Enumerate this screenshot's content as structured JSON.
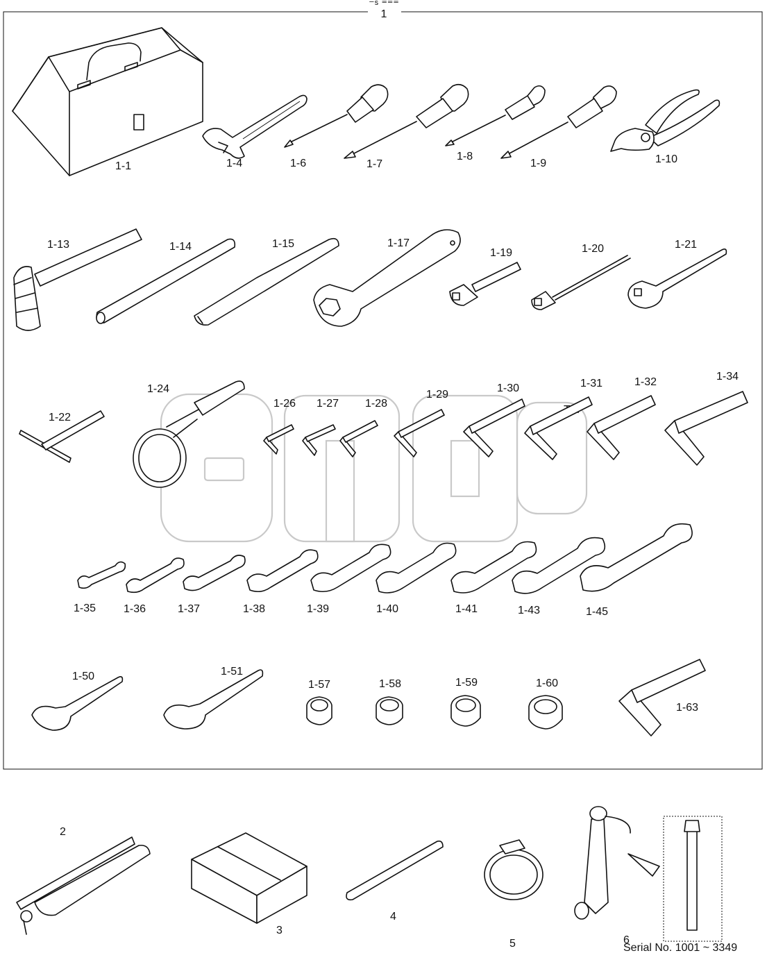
{
  "group_label": "1",
  "group_header_mark": "⁻ˢ ⁼⁼⁼",
  "watermark": "",
  "watermark_tm": "TM",
  "serial_note": "Serial No. 1001 ~ 3349",
  "parts": [
    {
      "id": "1-1",
      "label": "1-1",
      "icon": "toolbox-icon"
    },
    {
      "id": "1-4",
      "label": "1-4",
      "icon": "adjustable-wrench-icon"
    },
    {
      "id": "1-6",
      "label": "1-6",
      "icon": "screwdriver-icon"
    },
    {
      "id": "1-7",
      "label": "1-7",
      "icon": "screwdriver-icon"
    },
    {
      "id": "1-8",
      "label": "1-8",
      "icon": "screwdriver-icon"
    },
    {
      "id": "1-9",
      "label": "1-9",
      "icon": "screwdriver-icon"
    },
    {
      "id": "1-10",
      "label": "1-10",
      "icon": "pliers-icon"
    },
    {
      "id": "1-13",
      "label": "1-13",
      "icon": "hammer-icon"
    },
    {
      "id": "1-14",
      "label": "1-14",
      "icon": "bar-icon"
    },
    {
      "id": "1-15",
      "label": "1-15",
      "icon": "pry-bar-icon"
    },
    {
      "id": "1-17",
      "label": "1-17",
      "icon": "box-wrench-icon"
    },
    {
      "id": "1-19",
      "label": "1-19",
      "icon": "socket-extension-icon"
    },
    {
      "id": "1-20",
      "label": "1-20",
      "icon": "socket-extension-icon"
    },
    {
      "id": "1-21",
      "label": "1-21",
      "icon": "ratchet-handle-icon"
    },
    {
      "id": "1-22",
      "label": "1-22",
      "icon": "t-handle-icon"
    },
    {
      "id": "1-24",
      "label": "1-24",
      "icon": "filter-wrench-icon"
    },
    {
      "id": "1-26",
      "label": "1-26",
      "icon": "hex-key-icon"
    },
    {
      "id": "1-27",
      "label": "1-27",
      "icon": "hex-key-icon"
    },
    {
      "id": "1-28",
      "label": "1-28",
      "icon": "hex-key-icon"
    },
    {
      "id": "1-29",
      "label": "1-29",
      "icon": "hex-key-icon"
    },
    {
      "id": "1-30",
      "label": "1-30",
      "icon": "hex-key-icon"
    },
    {
      "id": "1-31",
      "label": "1-31",
      "icon": "hex-key-icon"
    },
    {
      "id": "1-32",
      "label": "1-32",
      "icon": "hex-key-icon"
    },
    {
      "id": "1-34",
      "label": "1-34",
      "icon": "hex-key-icon"
    },
    {
      "id": "1-35",
      "label": "1-35",
      "icon": "open-end-wrench-icon"
    },
    {
      "id": "1-36",
      "label": "1-36",
      "icon": "open-end-wrench-icon"
    },
    {
      "id": "1-37",
      "label": "1-37",
      "icon": "open-end-wrench-icon"
    },
    {
      "id": "1-38",
      "label": "1-38",
      "icon": "open-end-wrench-icon"
    },
    {
      "id": "1-39",
      "label": "1-39",
      "icon": "open-end-wrench-icon"
    },
    {
      "id": "1-40",
      "label": "1-40",
      "icon": "open-end-wrench-icon"
    },
    {
      "id": "1-41",
      "label": "1-41",
      "icon": "open-end-wrench-icon"
    },
    {
      "id": "1-43",
      "label": "1-43",
      "icon": "open-end-wrench-icon"
    },
    {
      "id": "1-45",
      "label": "1-45",
      "icon": "open-end-wrench-icon"
    },
    {
      "id": "1-50",
      "label": "1-50",
      "icon": "single-wrench-icon"
    },
    {
      "id": "1-51",
      "label": "1-51",
      "icon": "single-wrench-icon"
    },
    {
      "id": "1-57",
      "label": "1-57",
      "icon": "socket-icon"
    },
    {
      "id": "1-58",
      "label": "1-58",
      "icon": "socket-icon"
    },
    {
      "id": "1-59",
      "label": "1-59",
      "icon": "socket-icon"
    },
    {
      "id": "1-60",
      "label": "1-60",
      "icon": "socket-icon"
    },
    {
      "id": "1-63",
      "label": "1-63",
      "icon": "hex-key-icon"
    },
    {
      "id": "2",
      "label": "2",
      "icon": "grease-gun-icon"
    },
    {
      "id": "3",
      "label": "3",
      "icon": "box-icon"
    },
    {
      "id": "4",
      "label": "4",
      "icon": "rod-icon"
    },
    {
      "id": "5",
      "label": "5",
      "icon": "hose-clamp-icon"
    },
    {
      "id": "6",
      "label": "6",
      "icon": "hose-assembly-icon"
    }
  ]
}
